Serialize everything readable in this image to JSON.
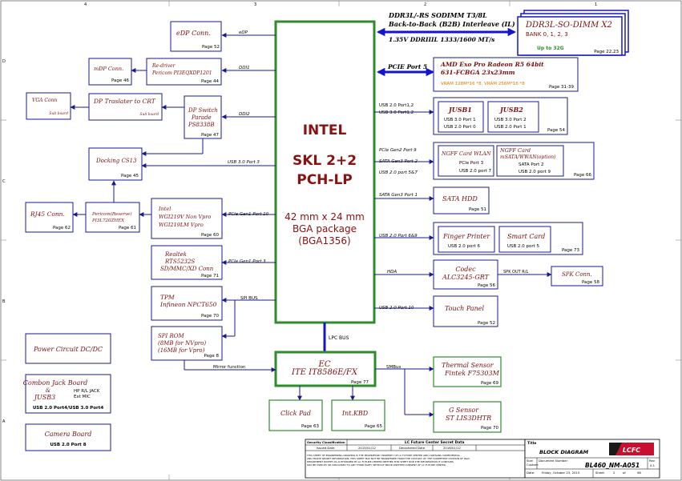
{
  "cpu": {
    "name": "INTEL",
    "line1": "SKL 2+2",
    "line2": "PCH-LP",
    "size": "42 mm x 24 mm",
    "pkg": "BGA package",
    "pkg2": "(BGA1356)"
  },
  "ec": {
    "name": "EC",
    "part": "ITE  IT8586E/FX",
    "page": "Page  77"
  },
  "ddr": {
    "title": "DDR3L-SO-DIMM X2",
    "bank": "BANK 0, 1, 2, 3",
    "cap": "Up to 32G",
    "page": "Page  22,23"
  },
  "ddr_link": {
    "l1": "DDR3L/-RS SODIMM T3/8L",
    "l2": "Back-to-Back (B2B) Interleave (IL)",
    "l3": "1.35V DDRIIIL 1333/1600 MT/s"
  },
  "gpu": {
    "bus": "PCIE Port 5",
    "name": "AMD Exo Pro Radeon R5 64bit",
    "pkg": "631-FCBGA  23x23mm",
    "vram": "VRAM 128M*16 *8, VRAM 256M*16 *8",
    "page": "Page  31-39"
  },
  "jusb": {
    "bus1": "USB 2.0 Port1,2",
    "bus2": "USB 3.0 Port1,2",
    "j1": "JUSB1",
    "j1a": "USB 3.0 Port 1",
    "j1b": "USB 2.0 Port 0",
    "j2": "JUSB2",
    "j2a": "USB 3.0 Port 2",
    "j2b": "USB 2.0 Port 1",
    "page": "Page  54"
  },
  "ngff": {
    "bus1": "PCIe Gen2 Port 9",
    "bus2": "SATA Gen3 Port 2",
    "bus3": "USB 2.0 port 5&7",
    "wlan": "NGFF Card  WLAN",
    "wlan_a": "PCIe Port 3",
    "wlan_b": "USB 2.0 port 7",
    "wwan": "NGFF Card",
    "wwan2": "mSATA/WWAN(option)",
    "wwan_a": "SATA Port 2",
    "wwan_b": "USB 2.0 port 9",
    "page": "Page  66"
  },
  "sata": {
    "bus": "SATA Gen3 Port 1",
    "name": "SATA HDD",
    "page": "Page  51"
  },
  "finger": {
    "bus": "USB 2.0 Port 6&9",
    "fp": "Finger Printer",
    "fp_sub": "USB 2.0 port 6",
    "sc": "Smart Card",
    "sc_sub": "USB 2.0 port 5",
    "page": "Page  73"
  },
  "codec": {
    "bus": "HDA",
    "name": "Codec",
    "part": "ALC3245-GRT",
    "page": "Page  56",
    "spk_bus": "SPK OUT R/L",
    "spk": "SPK Conn.",
    "spk_page": "Page  58"
  },
  "touch": {
    "bus": "USB 2.0 Port 10",
    "name": "Touch Panel",
    "page": "Page  52"
  },
  "edp": {
    "name": "eDP Conn.",
    "bus": "eDP",
    "page": "Page  52"
  },
  "mdp": {
    "name": "mDP Conn.",
    "page": "Page  46",
    "r1": "Re-driver",
    "r2": "Pericom PI3EQXDP1201",
    "rpage": "Page  44",
    "bus": "DDI1"
  },
  "dps": {
    "n1": "DP Switch",
    "n2": "Parade",
    "n3": "PS8338B",
    "page": "Page  47",
    "bus": "DDI2"
  },
  "dpt": {
    "name": "DP Traslater to CRT",
    "sub": "Sub board"
  },
  "vga": {
    "name": "VGA Conn",
    "sub": "Sub board"
  },
  "dock": {
    "name": "Docking CS13",
    "page": "Page  45",
    "bus": "USB 3.0 Port 3"
  },
  "lan": {
    "n1": "Intel",
    "n2": "WGI219V  Non Vpro",
    "n3": "WGI219LM  Vpro",
    "page": "Page  60",
    "bus": "PCIe Gen1 Port 10"
  },
  "per": {
    "n1": "Pericom(Reserve)",
    "n2": "PI3L720ZHEX",
    "page": "Page  61"
  },
  "rj": {
    "name": "RJ45 Conn.",
    "page": "Page  62"
  },
  "rtk": {
    "n1": "Realtek",
    "n2": "RTS5232S",
    "n3": "SD/MMC/XD Conn",
    "page": "Page  71",
    "bus": "PCIe Gen1 Port 3"
  },
  "tpm": {
    "n1": "TPM",
    "n2": "Infineon NPCT650",
    "page": "Page  70",
    "bus": "SPI BUS"
  },
  "spi": {
    "n1": "SPI ROM",
    "n2": "(8MB for NVpro)",
    "n3": "(16MB for Vpro)",
    "page": "Page  8",
    "mirror": "Mirror function"
  },
  "lpc": {
    "bus": "LPC BUS"
  },
  "thermal": {
    "bus": "SMBus",
    "n1": "Thermal Sensor",
    "n2": "Fintek  F75303M",
    "page": "Page  69"
  },
  "gsensor": {
    "n1": "G Sensor",
    "n2": "ST  LIS3DHTR",
    "page": "Page  70"
  },
  "click": {
    "name": "Click Pad",
    "page": "Page  63"
  },
  "kbd": {
    "name": "Int.KBD",
    "page": "Page  65"
  },
  "power": {
    "name": "Power Circuit DC/DC"
  },
  "combo": {
    "n1": "Combon Jack Board",
    "n2": "&",
    "n3": "JUSB3",
    "side1": "HP R/L JACK",
    "side2": "Ext MIC",
    "port": "USB 2.0 Port4/USB 3.0 Port4"
  },
  "camera": {
    "name": "Camera Board",
    "port": "USB 2.0 Port 8"
  },
  "tb": {
    "sec": "Security Classification",
    "cls": "LC Future Center Secret Data",
    "issued": "Issued Date",
    "issued_v": "2015/01/12",
    "deciph": "Deciphered Date",
    "deciph_v": "2016/01/12",
    "title_lbl": "Title",
    "title": "BLOCK DIAGRAM",
    "logo": "LCFC",
    "size_lbl": "Size",
    "doc_lbl": "Document Number",
    "custom": "Custom",
    "doc": "BL460_NM-A051",
    "rev_lbl": "Rev",
    "rev": "0.1",
    "date_lbl": "Date:",
    "date": "Friday, October 23, 2015",
    "sheet_lbl": "Sheet",
    "sheet": "2",
    "of": "of",
    "total": "98",
    "n1": "THIS SHEET OF ENGINEERING DRAWING IS THE PROPRIETARY PROPERTY OF LC FUTURE CENTER AND CONTAINS CONFIDENTIAL",
    "n2": "AND TRADE SECRET INFORMATION. THIS SHEET MAY NOT BE TRANSFERED FROM THE CUSTODY OF THE COMPETENT DIVISION OF R&D",
    "n3": "DEPARTMENT EXCEPT AS AUTHORIZED BY LC FUTURE CENTER NEITHER THIS SHEET NOR THE INFORMATION IT CONTAINS",
    "n4": "MAY BE USED BY OR DISCLOSED TO ANY THIRD PARTY WITHOUT PRIOR WRITTEN CONSENT OF LC FUTURE CENTER."
  },
  "grid": {
    "top": [
      "4",
      "3",
      "2",
      "1"
    ],
    "left": [
      "D",
      "C",
      "B",
      "A"
    ]
  }
}
